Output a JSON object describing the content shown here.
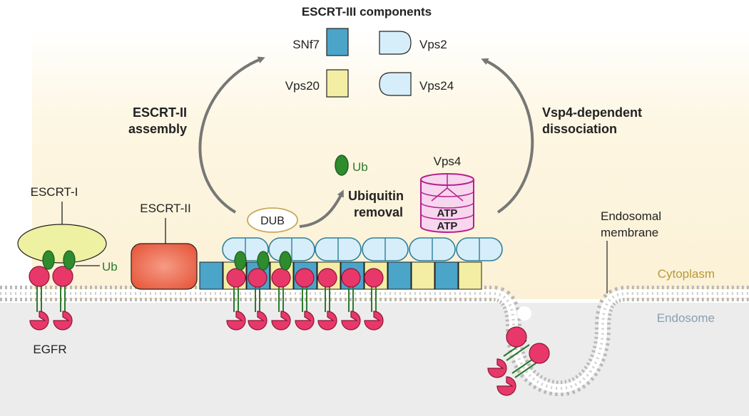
{
  "title": "ESCRT-III components",
  "legend": [
    {
      "label": "SNf7",
      "shape": "square",
      "color": "#4aa5c9"
    },
    {
      "label": "Vps20",
      "shape": "square",
      "color": "#f4eea4"
    },
    {
      "label": "Vps2",
      "shape": "rounded-right",
      "color": "#d6eef9"
    },
    {
      "label": "Vps24",
      "shape": "rounded-left",
      "color": "#d6eef9"
    }
  ],
  "steps": {
    "assembly_line1": "ESCRT-II",
    "assembly_line2": "assembly",
    "dissociation_line1": "Vsp4-dependent",
    "dissociation_line2": "dissociation",
    "removal_line1": "Ubiquitin",
    "removal_line2": "removal"
  },
  "labels": {
    "ub_free": "Ub",
    "vps4": "Vps4",
    "atp1": "ATP",
    "atp2": "ATP",
    "escrt1": "ESCRT-I",
    "escrt2": "ESCRT-II",
    "dub": "DUB",
    "ub_bound": "Ub",
    "egfr": "EGFR",
    "membrane_line1": "Endosomal",
    "membrane_line2": "membrane",
    "cytoplasm": "Cytoplasm",
    "endosome": "Endosome"
  },
  "colors": {
    "cytoplasm_bg": "#fdf6e2",
    "endosome_bg": "#ececec",
    "snf7": "#4aa5c9",
    "vps20": "#f4eea4",
    "vps2_vps24": "#d6eef9",
    "escrt1": "#eef0a2",
    "escrt2": "#f0735a",
    "ubiquitin": "#2e8b2e",
    "egfr": "#e8386a",
    "vps4": "#c0339c",
    "arrow": "#777777",
    "cytoplasm_text": "#b59a3a",
    "endosome_text": "#8aa0b0"
  }
}
